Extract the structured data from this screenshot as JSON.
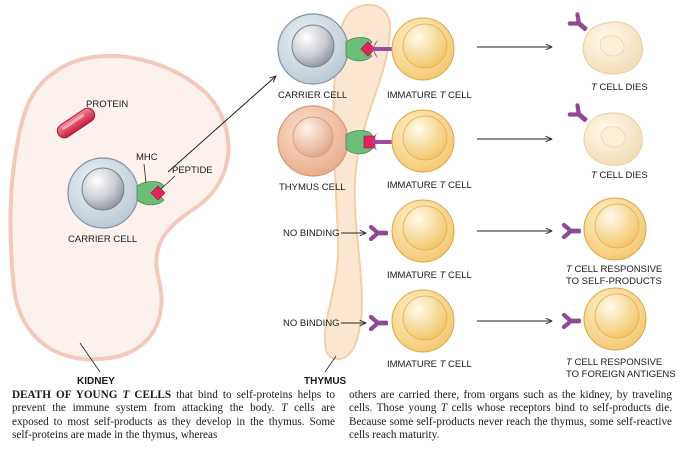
{
  "colors": {
    "kidney_fill": "#fdf0ec",
    "kidney_edge": "#f2c6bb",
    "thymus_band": "#fbe6cf",
    "carrier_cell": "#cfdae4",
    "thymus_cell": "#f4c9ae",
    "immature_cell": "#fce3a6",
    "dying_cell": "#fbedd2",
    "mhc": "#6fbf7a",
    "peptide": "#e0245e",
    "receptor": "#9a4f9e",
    "protein": "#d9304e"
  },
  "icons": [
    "protein-capsule-icon",
    "mhc-molecule-icon",
    "peptide-icon",
    "t-cell-receptor-icon"
  ],
  "labels": {
    "protein": "PROTEIN",
    "mhc": "MHC",
    "peptide": "PEPTIDE",
    "kidney_carrier_cell": "CARRIER CELL",
    "kidney": "KIDNEY",
    "thymus": "THYMUS",
    "row1_presenter": "CARRIER CELL",
    "row2_presenter": "THYMUS CELL",
    "row3_presenter": "NO BINDING",
    "row4_presenter": "NO BINDING",
    "immature_prefix": "IMMATURE ",
    "immature_t": "T",
    "immature_suffix": " CELL",
    "t": "T",
    "dies_suffix": " CELL DIES",
    "responsive_suffix": " CELL RESPONSIVE",
    "to_self_products": "TO SELF-PRODUCTS",
    "to_foreign_antigens": "TO FOREIGN ANTIGENS"
  },
  "caption": {
    "lead": "DEATH OF YOUNG ",
    "lead_t": "T",
    "lead_end": " CELLS",
    "part1": " that bind to self-proteins helps to prevent the immune system from attacking the body. ",
    "t1": "T",
    "part2": " cells are exposed to most self-products as they develop in the thymus. Some self-proteins are made in the thymus, whereas",
    "part3": "others are carried there, from organs such as the kidney, by traveling cells. Those young ",
    "t2": "T",
    "part4": " cells whose receptors bind to self-products die. Because some self-products never reach the thymus, some self-reactive cells reach maturity."
  }
}
